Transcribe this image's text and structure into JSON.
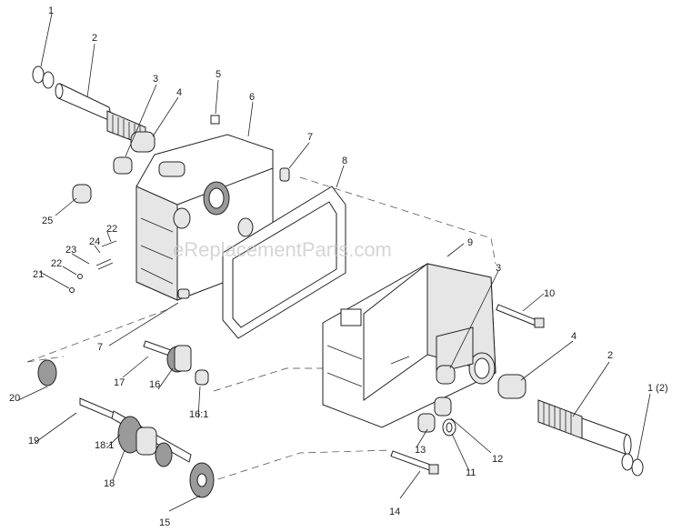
{
  "watermark": "eReplacementParts.com",
  "callouts": [
    {
      "id": "c-1-top",
      "text": "1"
    },
    {
      "id": "c-2-top",
      "text": "2"
    },
    {
      "id": "c-3-top",
      "text": "3"
    },
    {
      "id": "c-4-top",
      "text": "4"
    },
    {
      "id": "c-5",
      "text": "5"
    },
    {
      "id": "c-6",
      "text": "6"
    },
    {
      "id": "c-7-top",
      "text": "7"
    },
    {
      "id": "c-8",
      "text": "8"
    },
    {
      "id": "c-25",
      "text": "25"
    },
    {
      "id": "c-22-a",
      "text": "22"
    },
    {
      "id": "c-24",
      "text": "24"
    },
    {
      "id": "c-23",
      "text": "23"
    },
    {
      "id": "c-22-b",
      "text": "22"
    },
    {
      "id": "c-21",
      "text": "21"
    },
    {
      "id": "c-9",
      "text": "9"
    },
    {
      "id": "c-3-right",
      "text": "3"
    },
    {
      "id": "c-10",
      "text": "10"
    },
    {
      "id": "c-7-mid",
      "text": "7"
    },
    {
      "id": "c-4-right",
      "text": "4"
    },
    {
      "id": "c-2-right",
      "text": "2"
    },
    {
      "id": "c-1-2",
      "text": "1 (2)"
    },
    {
      "id": "c-17",
      "text": "17"
    },
    {
      "id": "c-20",
      "text": "20"
    },
    {
      "id": "c-16",
      "text": "16"
    },
    {
      "id": "c-16-1",
      "text": "16:1"
    },
    {
      "id": "c-19",
      "text": "19"
    },
    {
      "id": "c-13",
      "text": "13"
    },
    {
      "id": "c-12",
      "text": "12"
    },
    {
      "id": "c-11",
      "text": "11"
    },
    {
      "id": "c-18-1",
      "text": "18:1"
    },
    {
      "id": "c-18",
      "text": "18"
    },
    {
      "id": "c-14",
      "text": "14"
    },
    {
      "id": "c-15",
      "text": "15"
    }
  ]
}
